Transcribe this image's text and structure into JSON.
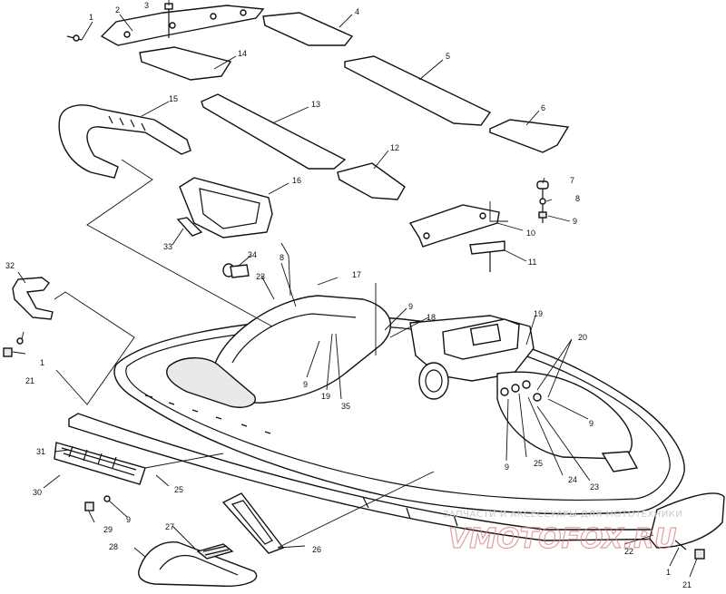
{
  "callouts": [
    {
      "id": "c1a",
      "text": "1"
    },
    {
      "id": "c2",
      "text": "2"
    },
    {
      "id": "c3",
      "text": "3"
    },
    {
      "id": "c4",
      "text": "4"
    },
    {
      "id": "c14",
      "text": "14"
    },
    {
      "id": "c5",
      "text": "5"
    },
    {
      "id": "c15",
      "text": "15"
    },
    {
      "id": "c13",
      "text": "13"
    },
    {
      "id": "c6",
      "text": "6"
    },
    {
      "id": "c12",
      "text": "12"
    },
    {
      "id": "c16",
      "text": "16"
    },
    {
      "id": "c7",
      "text": "7"
    },
    {
      "id": "c8a",
      "text": "8"
    },
    {
      "id": "c9a",
      "text": "9"
    },
    {
      "id": "c10",
      "text": "10"
    },
    {
      "id": "c33",
      "text": "33"
    },
    {
      "id": "c34",
      "text": "34"
    },
    {
      "id": "c8b",
      "text": "8"
    },
    {
      "id": "c11",
      "text": "11"
    },
    {
      "id": "c32",
      "text": "32"
    },
    {
      "id": "c23a",
      "text": "23"
    },
    {
      "id": "c17",
      "text": "17"
    },
    {
      "id": "c9b",
      "text": "9"
    },
    {
      "id": "c18",
      "text": "18"
    },
    {
      "id": "c19a",
      "text": "19"
    },
    {
      "id": "c20",
      "text": "20"
    },
    {
      "id": "c1b",
      "text": "1"
    },
    {
      "id": "c21a",
      "text": "21"
    },
    {
      "id": "c9c",
      "text": "9"
    },
    {
      "id": "c19b",
      "text": "19"
    },
    {
      "id": "c35",
      "text": "35"
    },
    {
      "id": "c9d",
      "text": "9"
    },
    {
      "id": "c31",
      "text": "31"
    },
    {
      "id": "c9e",
      "text": "9"
    },
    {
      "id": "c25a",
      "text": "25"
    },
    {
      "id": "c24",
      "text": "24"
    },
    {
      "id": "c30",
      "text": "30"
    },
    {
      "id": "c25b",
      "text": "25"
    },
    {
      "id": "c23b",
      "text": "23"
    },
    {
      "id": "c29",
      "text": "29"
    },
    {
      "id": "c9f",
      "text": "9"
    },
    {
      "id": "c27",
      "text": "27"
    },
    {
      "id": "c28",
      "text": "28"
    },
    {
      "id": "c26",
      "text": "26"
    },
    {
      "id": "c22",
      "text": "22"
    },
    {
      "id": "c1c",
      "text": "1"
    },
    {
      "id": "c21b",
      "text": "21"
    }
  ],
  "watermark": {
    "caption": "ЗАПЧАСТИ И АКСЕССУАРЫ ДЛЯ МОТОТЕХНИКИ",
    "brand": "VMOTOFOX.RU"
  }
}
